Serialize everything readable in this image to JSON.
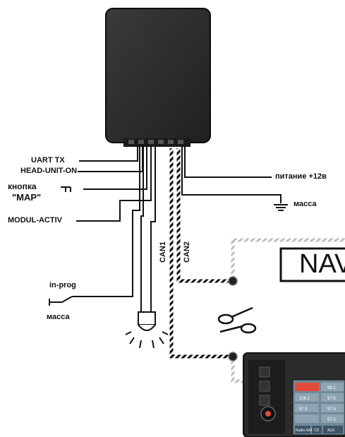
{
  "labels": {
    "uart_tx": "UART TX",
    "head_unit_on": "HEAD-UNIT-ON",
    "map_button_line1": "кнопка",
    "map_button_line2": "\"MAP\"",
    "modul_activ": "MODUL-ACTIV",
    "power": "питание +12в",
    "ground_top": "масса",
    "in_prog": "in-prog",
    "ground_bottom": "масса",
    "can1": "CAN1",
    "can2": "CAN2",
    "nav": "NAV"
  },
  "radio_display": {
    "rows": [
      [
        "",
        "98.1"
      ],
      [
        "106.1",
        "97.5"
      ],
      [
        "97.5",
        "97.5"
      ],
      [
        "",
        "97.5"
      ]
    ],
    "bottom_labels": [
      "Radio-SAT",
      "CD",
      "AUX"
    ]
  },
  "colors": {
    "module_body": "#2a2a2a",
    "module_edge": "#0e0e0e",
    "wire": "#111111",
    "twisted_pair_light": "#cfcfcf",
    "radio_screen": "#6f8a9a",
    "radio_highlight": "#e24a3b"
  },
  "icons": [
    "module-box-icon",
    "ground-symbol-icon",
    "push-button-icon",
    "scissors-icon",
    "led-bulb-icon",
    "switch-icon"
  ]
}
